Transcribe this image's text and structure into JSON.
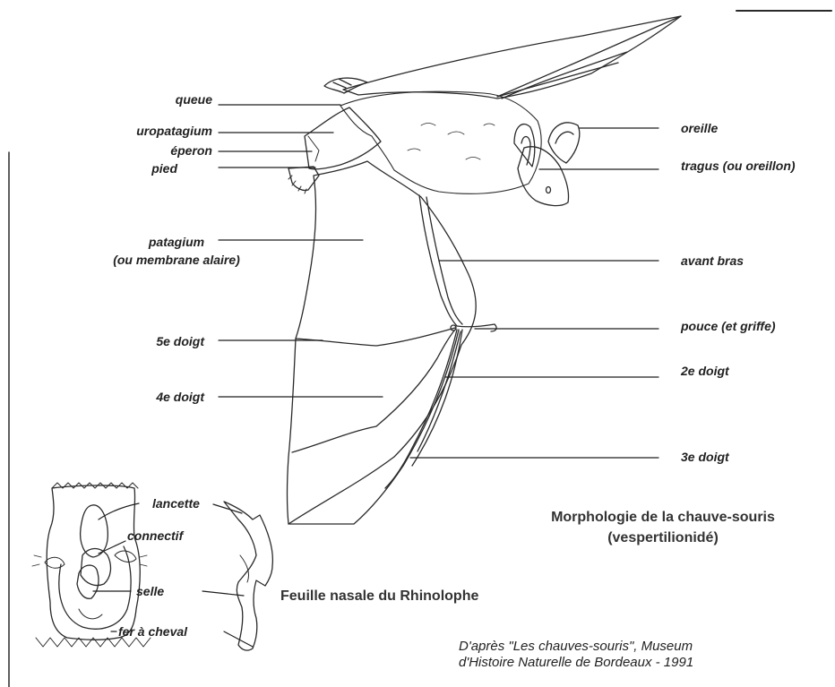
{
  "diagram": {
    "title_line1": "Morphologie de la chauve-souris",
    "title_line2": "(vespertilionidé)",
    "nasal_title": "Feuille nasale du Rhinolophe",
    "credit_line1": "D'après \"Les chauves-souris\", Museum",
    "credit_line2": "d'Histoire Naturelle de Bordeaux - 1991",
    "labels_left": {
      "queue": "queue",
      "uropatagium": "uropatagium",
      "eperon": "éperon",
      "pied": "pied",
      "patagium_line1": "patagium",
      "patagium_line2": "(ou membrane alaire)",
      "doigt5": "5e doigt",
      "doigt4": "4e doigt"
    },
    "labels_right": {
      "oreille": "oreille",
      "tragus": "tragus (ou oreillon)",
      "avant_bras": "avant bras",
      "pouce": "pouce (et griffe)",
      "doigt2": "2e doigt",
      "doigt3": "3e doigt"
    },
    "labels_nasal": {
      "lancette": "lancette",
      "connectif": "connectif",
      "selle": "selle",
      "fer_a_cheval": "fer à cheval"
    },
    "colors": {
      "ink": "#222222",
      "paper": "#ffffff"
    }
  }
}
